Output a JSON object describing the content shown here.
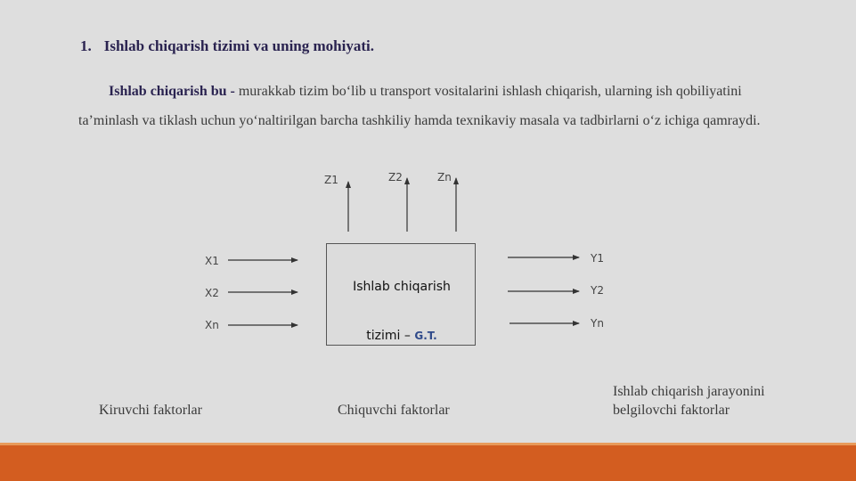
{
  "heading": {
    "number": "1.",
    "text": "Ishlab chiqarish tizimi va uning mohiyati."
  },
  "paragraph": {
    "lead": "Ishlab chiqarish bu -",
    "body": " murakkab tizim bo‘lib u transport vositalarini ishlash chiqarish, ularning ish qobiliyatini ta’minlash va tiklash uchun yo‘naltirilgan barcha tashkiliy hamda texnikaviy masala va tadbirlarni o‘z ichiga qamraydi."
  },
  "diagram": {
    "outputs_top": [
      "Z1",
      "Z2",
      "Zn"
    ],
    "inputs": [
      "X1",
      "X2",
      "Xn"
    ],
    "outputs_right": [
      "Y1",
      "Y2",
      "Yn"
    ],
    "system_line1": "Ishlab chiqarish",
    "system_line2": "tizimi – ",
    "system_code": "G.T."
  },
  "footer": {
    "inputs_label": "Kiruvchi faktorlar",
    "outputs_label": "Chiquvchi faktorlar",
    "process_label": "Ishlab chiqarish jarayonini belgilovchi faktorlar"
  },
  "colors": {
    "band": "#d35d20",
    "heading": "#2a2350",
    "code": "#2f4a8a"
  }
}
